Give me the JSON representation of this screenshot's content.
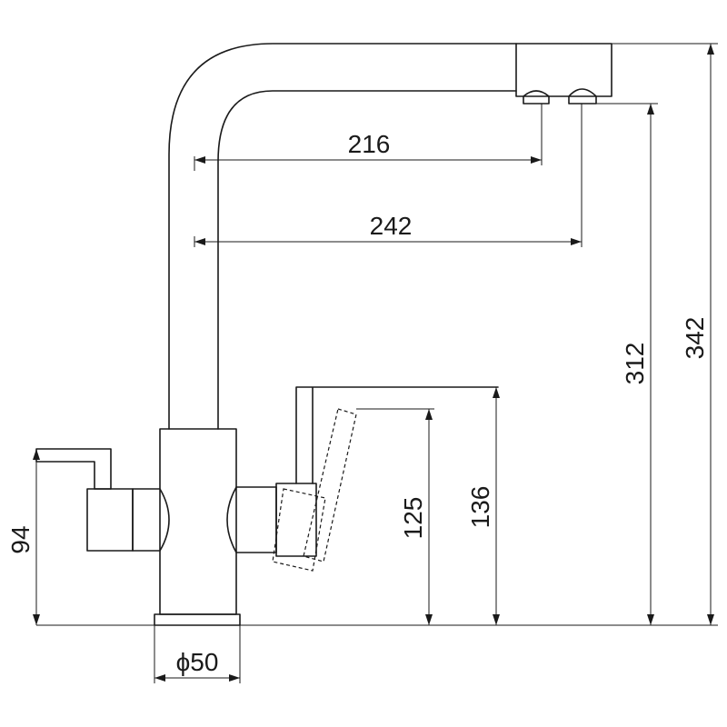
{
  "dimensions": {
    "spout_reach_inner": "216",
    "spout_reach_outer": "242",
    "height_to_outlet": "312",
    "total_height": "342",
    "lever_height_right": "125",
    "lever_top_right": "136",
    "left_handle_height": "94",
    "base_diameter": "ϕ50"
  }
}
